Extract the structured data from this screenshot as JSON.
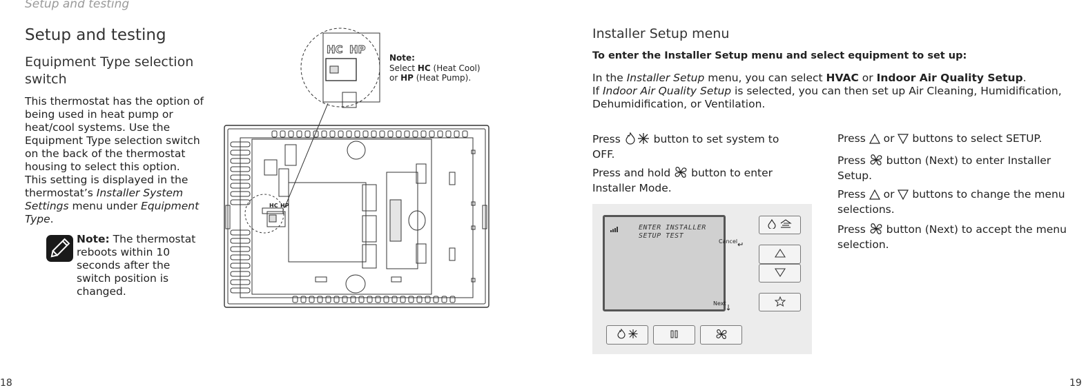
{
  "running_head": "Setup and testing",
  "left_page": {
    "title": "Setup and testing",
    "subtitle": "Equipment Type selection switch",
    "intro_parts": [
      "This thermostat has the option of being used in heat pump or heat/cool systems. Use the Equipment Type selection switch on the back of the thermostat housing to select this option. This setting is displayed in the thermostat’s ",
      "Installer System Settings",
      " menu under ",
      "Equipment Type",
      "."
    ],
    "note_label": "Note:",
    "note_text": " The thermostat reboots within 10 seconds after the switch position is changed.",
    "note_icon": "pencil-note-icon",
    "callout": {
      "label": "Note:",
      "select_word": "Select ",
      "hc": "HC",
      "hc_desc": " (Heat Cool)",
      "or_word": "or ",
      "hp": "HP",
      "hp_desc": " (Heat Pump)."
    },
    "diagram_labels": {
      "hc": "HC",
      "hp": "HP"
    },
    "page_number": "18"
  },
  "right_page": {
    "title": "Installer Setup menu",
    "lead": "To enter the Installer Setup menu and select equipment to set up:",
    "para_parts": [
      "In the ",
      "Installer Setup",
      " menu, you can select ",
      "HVAC",
      " or ",
      "Indoor Air Quality Setup",
      ".",
      "If ",
      "Indoor Air Quality Setup",
      " is selected, you can then set up Air Cleaning, Humidification, Dehumidification, or Ventilation."
    ],
    "steps_left": [
      {
        "pre": "Press ",
        "icon": "flame-snowflake-icon",
        "post": " button to set system to OFF."
      },
      {
        "pre": "Press and hold ",
        "icon": "fan-icon",
        "post": " button to enter Installer Mode."
      }
    ],
    "steps_right": [
      {
        "pre": "Press ",
        "mid": " or ",
        "post": " buttons to select SETUP."
      },
      {
        "pre": "Press ",
        "icon": "fan-icon",
        "post": " button (Next) to enter Installer Setup."
      },
      {
        "pre": "Press ",
        "mid": " or ",
        "post": " buttons to change the menu selections."
      },
      {
        "pre": "Press ",
        "icon": "fan-icon",
        "post": " button (Next) to accept the menu selection."
      }
    ],
    "display": {
      "line1": "ENTER INSTALLER",
      "line2": "SETUP TEST",
      "cancel": "Cancel",
      "next": "Next"
    },
    "page_number": "19"
  },
  "colors": {
    "panel": "#ececec",
    "lcd": "#d0d0d0",
    "note_icon": "#1a1a1a"
  }
}
